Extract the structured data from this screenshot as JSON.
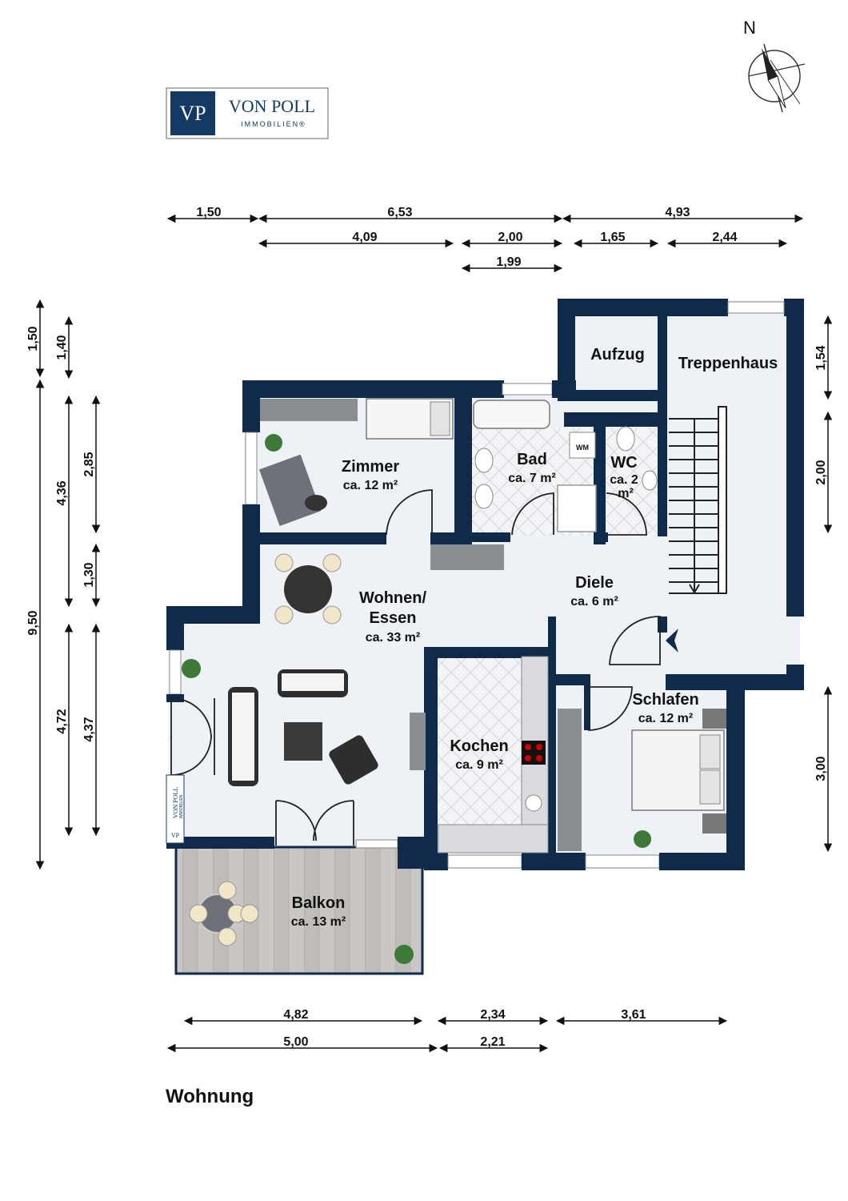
{
  "logo": {
    "mark": "VP",
    "name": "VON POLL",
    "sub": "IMMOBILIEN®"
  },
  "compass": {
    "north_label": "N"
  },
  "rooms": {
    "aufzug": {
      "name": "Aufzug"
    },
    "treppenhaus": {
      "name": "Treppenhaus"
    },
    "zimmer": {
      "name": "Zimmer",
      "area": "ca. 12 m²"
    },
    "bad": {
      "name": "Bad",
      "area": "ca. 7 m²",
      "wm": "WM"
    },
    "wc": {
      "name": "WC",
      "area_line1": "ca. 2",
      "area_line2": "m²"
    },
    "wohnen": {
      "name_line1": "Wohnen/",
      "name_line2": "Essen",
      "area": "ca. 33 m²"
    },
    "diele": {
      "name": "Diele",
      "area": "ca. 6 m²"
    },
    "schlafen": {
      "name": "Schlafen",
      "area": "ca. 12 m²"
    },
    "kochen": {
      "name": "Kochen",
      "area": "ca. 9 m²"
    },
    "balkon": {
      "name": "Balkon",
      "area": "ca. 13 m²"
    }
  },
  "dims_top": {
    "row1": [
      "1,50",
      "6,53",
      "4,93"
    ],
    "row2": [
      "4,09",
      "2,00",
      "1,65",
      "2,44"
    ],
    "row3": [
      "1,99"
    ]
  },
  "dims_bottom": {
    "row1": [
      "4,82",
      "2,34",
      "3,61"
    ],
    "row2": [
      "5,00",
      "2,21"
    ]
  },
  "dims_left": {
    "outer": [
      "1,50",
      "9,50"
    ],
    "middle": [
      "1,40",
      "4,36",
      "4,72"
    ],
    "inner": [
      "2,85",
      "1,30",
      "4,37"
    ]
  },
  "dims_right": [
    "1,54",
    "2,00",
    "3,00"
  ],
  "wall_logo": {
    "mark": "VP",
    "name": "VON POLL",
    "sub": "IMMOBILIEN"
  },
  "title": "Wohnung"
}
